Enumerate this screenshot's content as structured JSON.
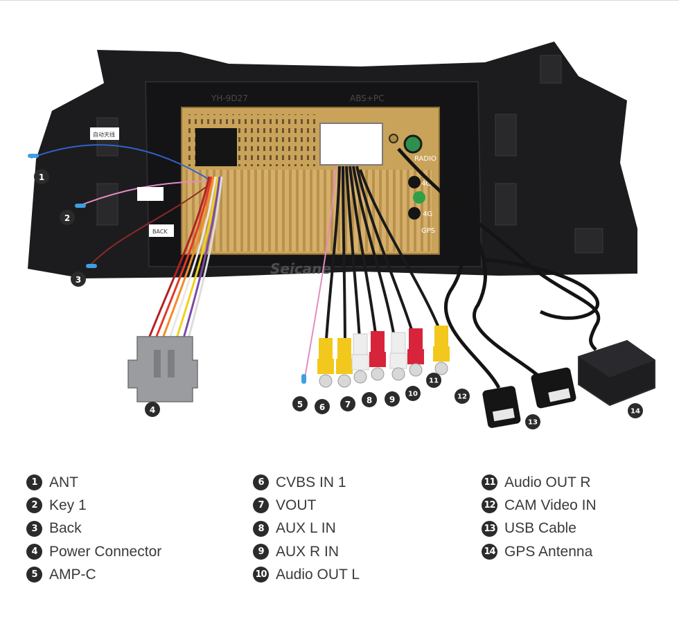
{
  "diagram": {
    "panel_print_left": "YH-9D27",
    "panel_print_right": "ABS+PC",
    "radio_label": "RADIO",
    "lte_label": "4G",
    "lte_label_2": "4G",
    "gps_label": "GPS",
    "watermark": "Seicane",
    "tag_ant": "自动天线",
    "tag_back": "BACK",
    "markers": [
      "1",
      "2",
      "3",
      "4",
      "5",
      "6",
      "7",
      "8",
      "9",
      "10",
      "11",
      "12",
      "13",
      "14"
    ]
  },
  "legend": {
    "columns": [
      [
        {
          "num": "1",
          "label": "ANT"
        },
        {
          "num": "2",
          "label": "Key 1"
        },
        {
          "num": "3",
          "label": "Back"
        },
        {
          "num": "4",
          "label": "Power Connector"
        },
        {
          "num": "5",
          "label": "AMP-C"
        }
      ],
      [
        {
          "num": "6",
          "label": "CVBS IN 1"
        },
        {
          "num": "7",
          "label": "VOUT"
        },
        {
          "num": "8",
          "label": "AUX L IN"
        },
        {
          "num": "9",
          "label": "AUX R IN"
        },
        {
          "num": "10",
          "label": "Audio OUT L"
        }
      ],
      [
        {
          "num": "11",
          "label": "Audio OUT R"
        },
        {
          "num": "12",
          "label": "CAM Video IN"
        },
        {
          "num": "13",
          "label": "USB Cable"
        },
        {
          "num": "14",
          "label": "GPS Antenna"
        }
      ]
    ]
  },
  "colors": {
    "panel_black": "#1c1c1e",
    "unit_gold": "#c9a35a",
    "rca_yellow": "#f2c81c",
    "rca_red": "#d8243a",
    "rca_white": "#eeeeee",
    "badge_dark": "#2b2b2b",
    "antenna_tip_blue": "#3f9fe0"
  }
}
